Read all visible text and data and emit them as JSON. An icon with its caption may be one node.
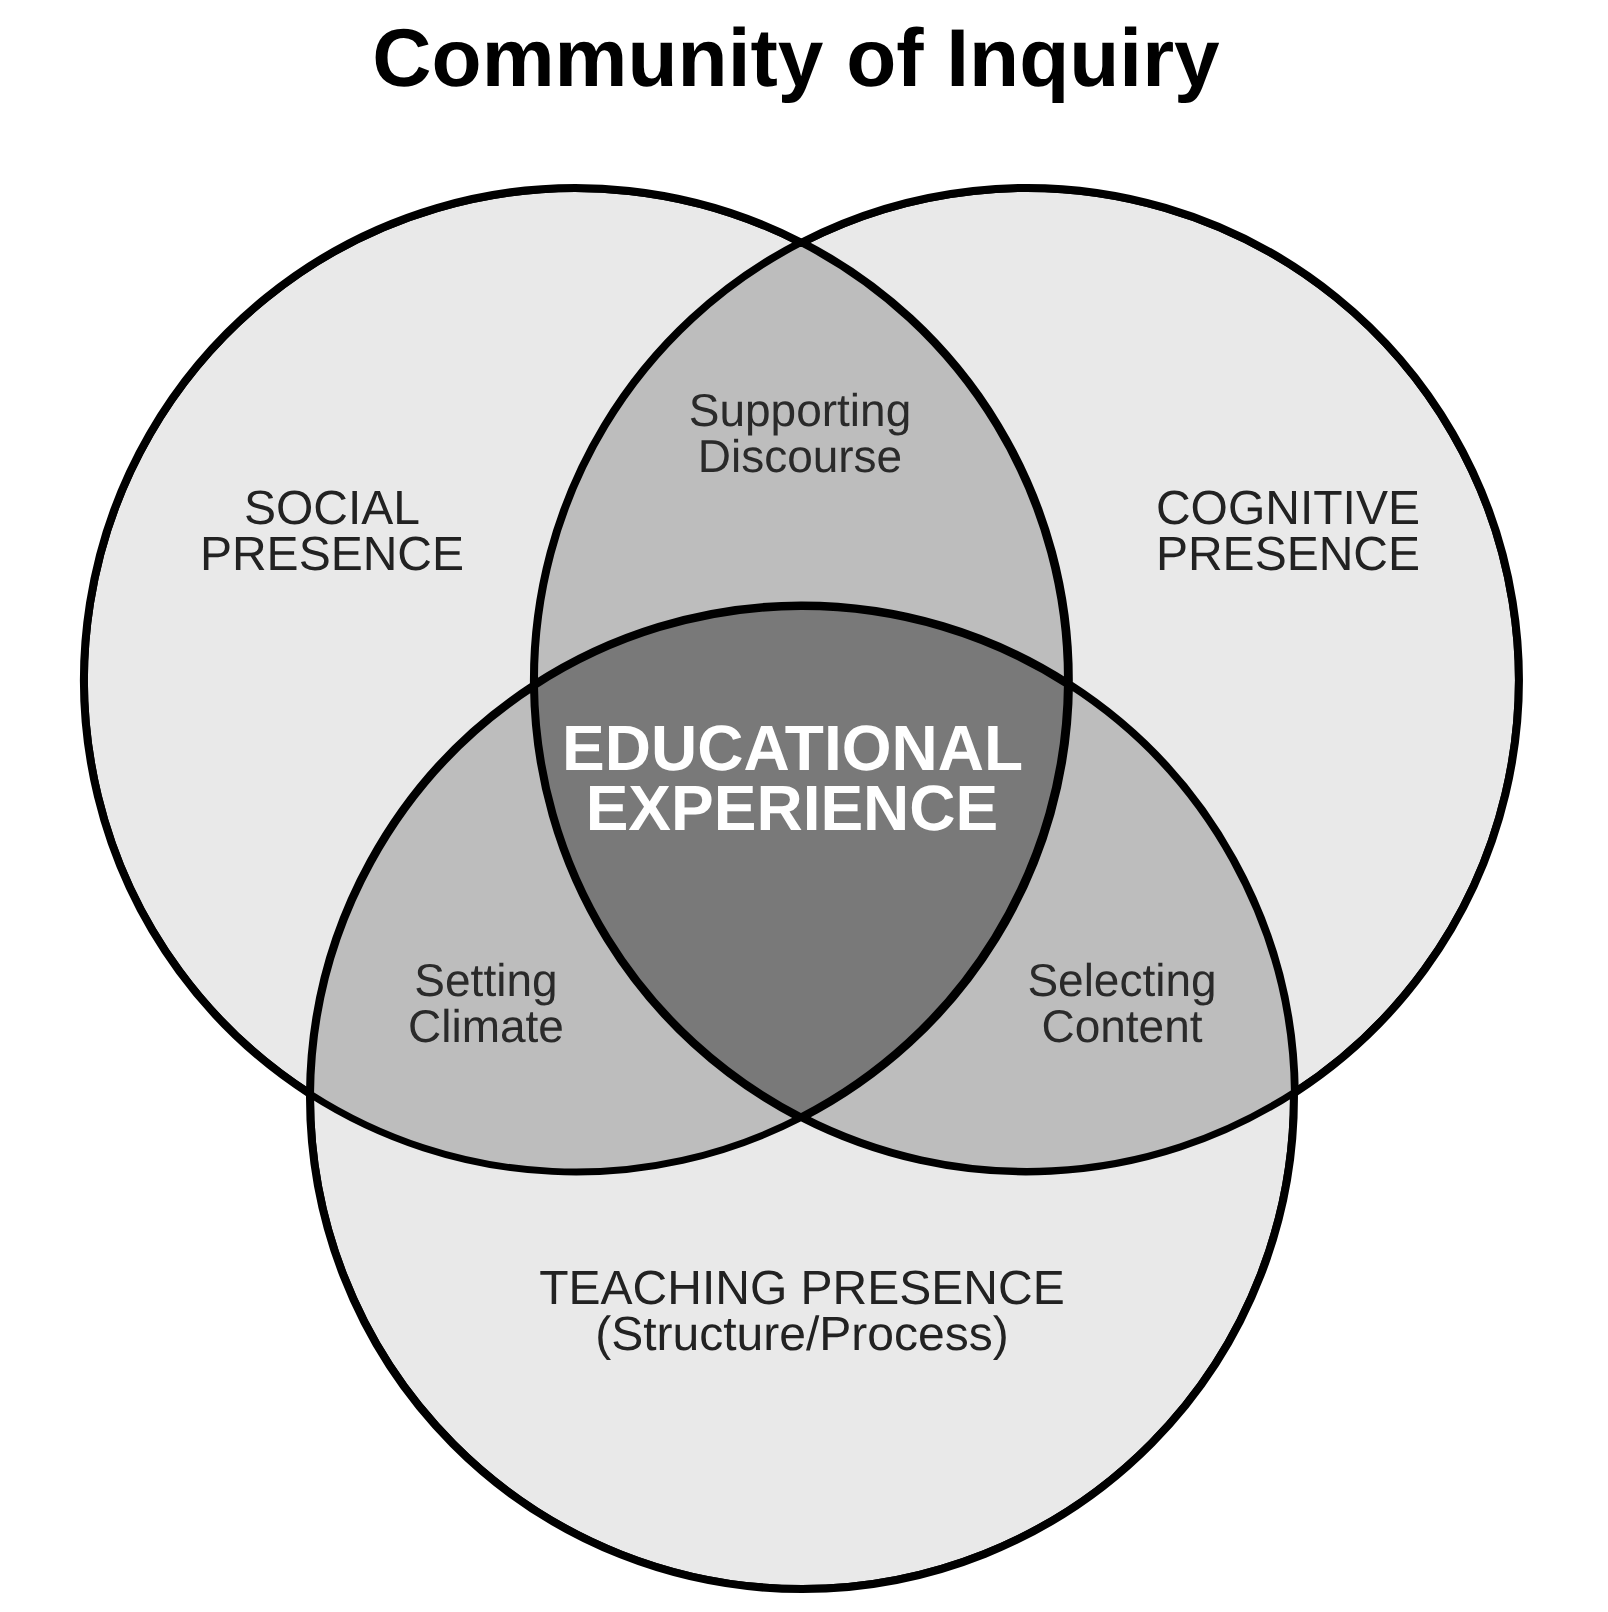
{
  "diagram": {
    "title": "Community of Inquiry",
    "nodes": [
      {
        "text": [
          "SOCIAL PRESENCE"
        ]
      },
      {
        "text": [
          "COGNITIVE PRESENCE"
        ]
      },
      {
        "text": [
          "TEACHING PRESENCE",
          "(Structure/Process)"
        ]
      },
      {
        "text": [
          "Supporting Discourse"
        ]
      },
      {
        "text": [
          "Setting Climate"
        ]
      },
      {
        "text": [
          "Selecting Content"
        ]
      },
      {
        "text": [
          "EDUCATIONAL EXPERIENCE"
        ]
      }
    ]
  }
}
